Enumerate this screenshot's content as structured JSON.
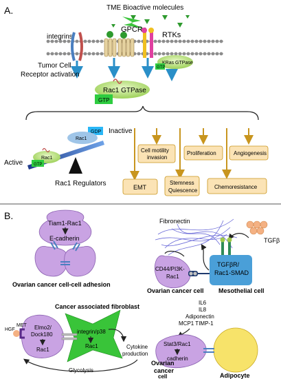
{
  "panel_a": {
    "label": "A.",
    "tme_title": "TME Bioactive molecules",
    "integrins": "integrins",
    "gpcrs": "GPCRs",
    "rtks": "RTKs",
    "kras": "KRas GTPase",
    "gtp_small": "GTP",
    "receptor_line1": "Tumor Cell",
    "receptor_line2": "Receptor activation",
    "rac1_gtpase": "Rac1 GTPase",
    "gtp": "GTP",
    "gdp": "GDP",
    "rac1": "Rac1",
    "active": "Active",
    "inactive": "Inactive",
    "regulators": "Rac1 Regulators",
    "outcomes": {
      "motility_l1": "Cell motility",
      "motility_l2": "invasion",
      "proliferation": "Proliferation",
      "angiogenesis": "Angiogenesis",
      "emt": "EMT",
      "stemness_l1": "Stemness",
      "stemness_l2": "Quiescence",
      "chemoresistance": "Chemoresistance"
    }
  },
  "panel_b": {
    "label": "B.",
    "adhesion": {
      "tiam": "Tiam1-Rac1",
      "ecad": "E-cadherin",
      "caption": "Ovarian cancer cell-cell adhesion"
    },
    "mesothelial": {
      "fibronectin": "Fibronectin",
      "tgfb": "TGFβ",
      "tgfbr_l1": "TGFβR/",
      "tgfbr_l2": "Rac1-SMAD",
      "cd44_l1": "CD44/PI3K-",
      "cd44_l2": "Rac1",
      "caption_cancer": "Ovarian cancer cell",
      "caption_meso": "Mesothelial cell"
    },
    "caf": {
      "title": "Cancer associated fibroblast",
      "hgf": "HGF",
      "met": "MET",
      "elmo_l1": "Elmo2/",
      "elmo_l2": "Dock180",
      "rac1_left": "Rac1",
      "integrin": "integrin/p38",
      "rac1_right": "Rac1",
      "cytokine_l1": "Cytokine",
      "cytokine_l2": "production",
      "glycolysis": "Glycolysis"
    },
    "adipocyte": {
      "il6": "IL6",
      "il8": "IL8",
      "adiponectin": "Adiponectin",
      "mcp1": "MCP1 TIMP-1",
      "stat3": "Stat3/Rac1",
      "cadherin": "cadherin",
      "caption_cancer_l1": "Ovarian",
      "caption_cancer_l2": "cancer",
      "caption_cancer_l3": "cell",
      "caption_adipocyte": "Adipocyte"
    }
  },
  "colors": {
    "purple": "#c9a3e3",
    "green": "#4ad24a",
    "light_green": "#a8d96a",
    "blue": "#4a9fd8",
    "gold": "#c8951e",
    "orange_box": "#fbe3b5",
    "yellow": "#f7e36a",
    "dark_green": "#2e8b57"
  }
}
